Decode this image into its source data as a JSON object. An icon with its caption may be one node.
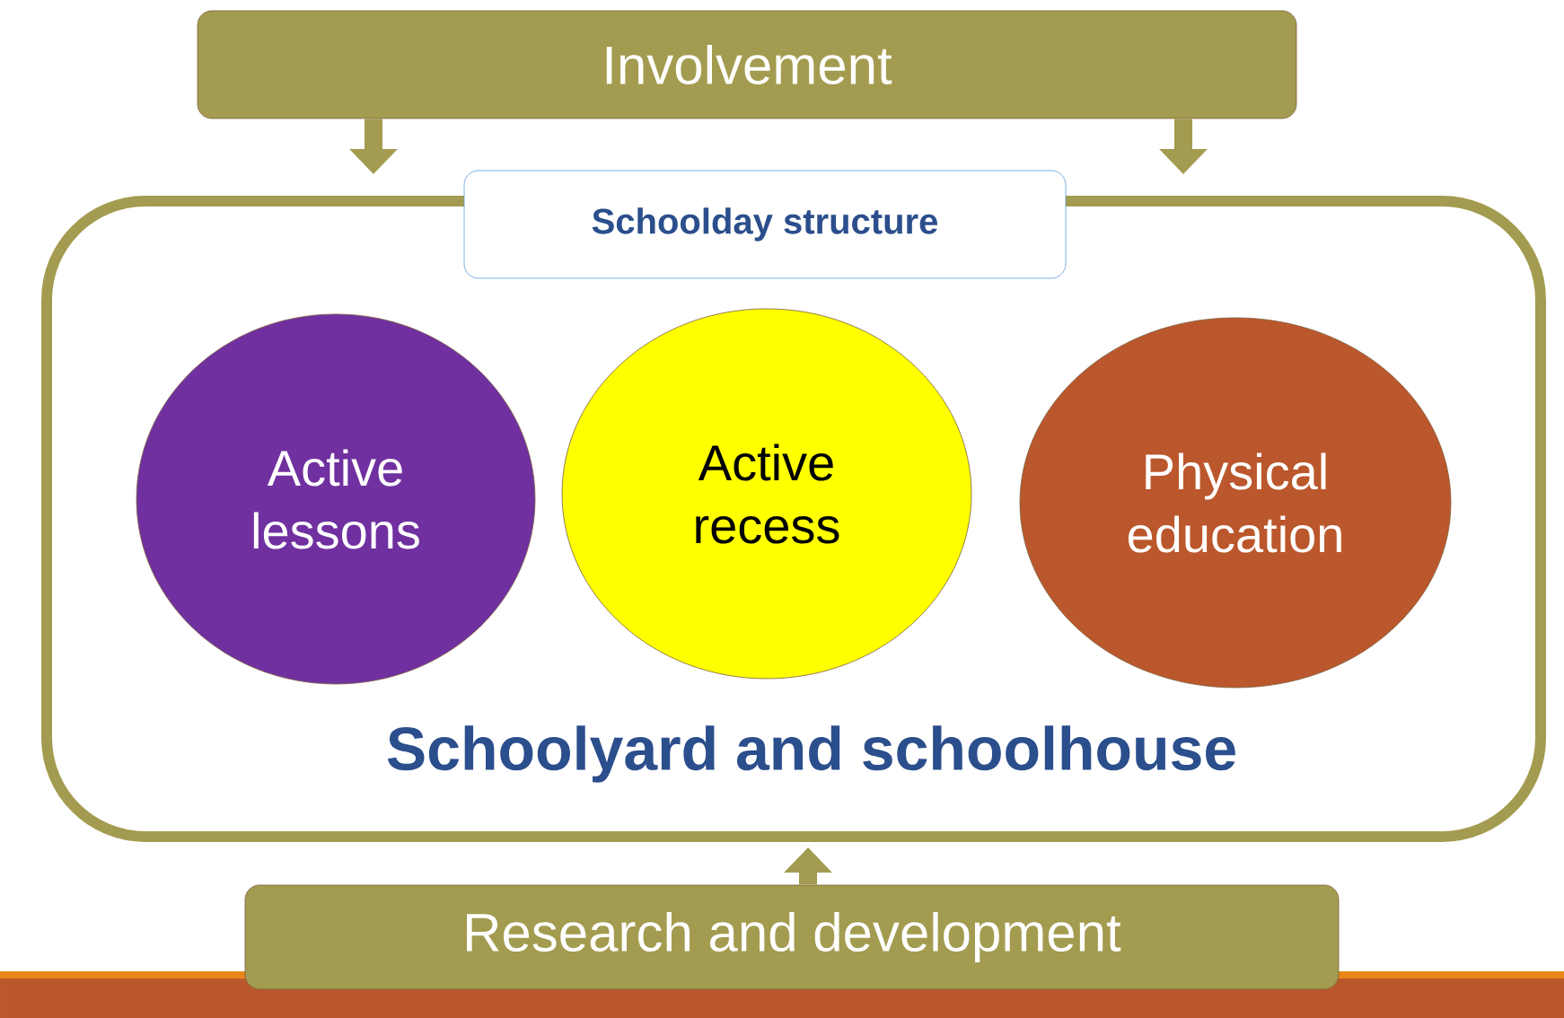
{
  "diagram": {
    "nodes": [
      {
        "text": [
          "Involvement"
        ]
      },
      {
        "text": [
          "Schoolyard and schoolhouse"
        ]
      },
      {
        "text": [
          "Schoolday structure"
        ]
      },
      {
        "text": [
          "Active lessons"
        ],
        "in": 1
      },
      {
        "text": [
          "Active recess"
        ],
        "in": 1
      },
      {
        "text": [
          "Physical education"
        ],
        "in": 1
      },
      {
        "text": [
          "Research and development"
        ]
      }
    ],
    "edges": [
      {
        "from": 0,
        "to": 1,
        "arrow": "to"
      },
      {
        "from": 0,
        "to": 1,
        "arrow": "to"
      },
      {
        "from": 6,
        "to": 1,
        "arrow": "to"
      }
    ]
  }
}
